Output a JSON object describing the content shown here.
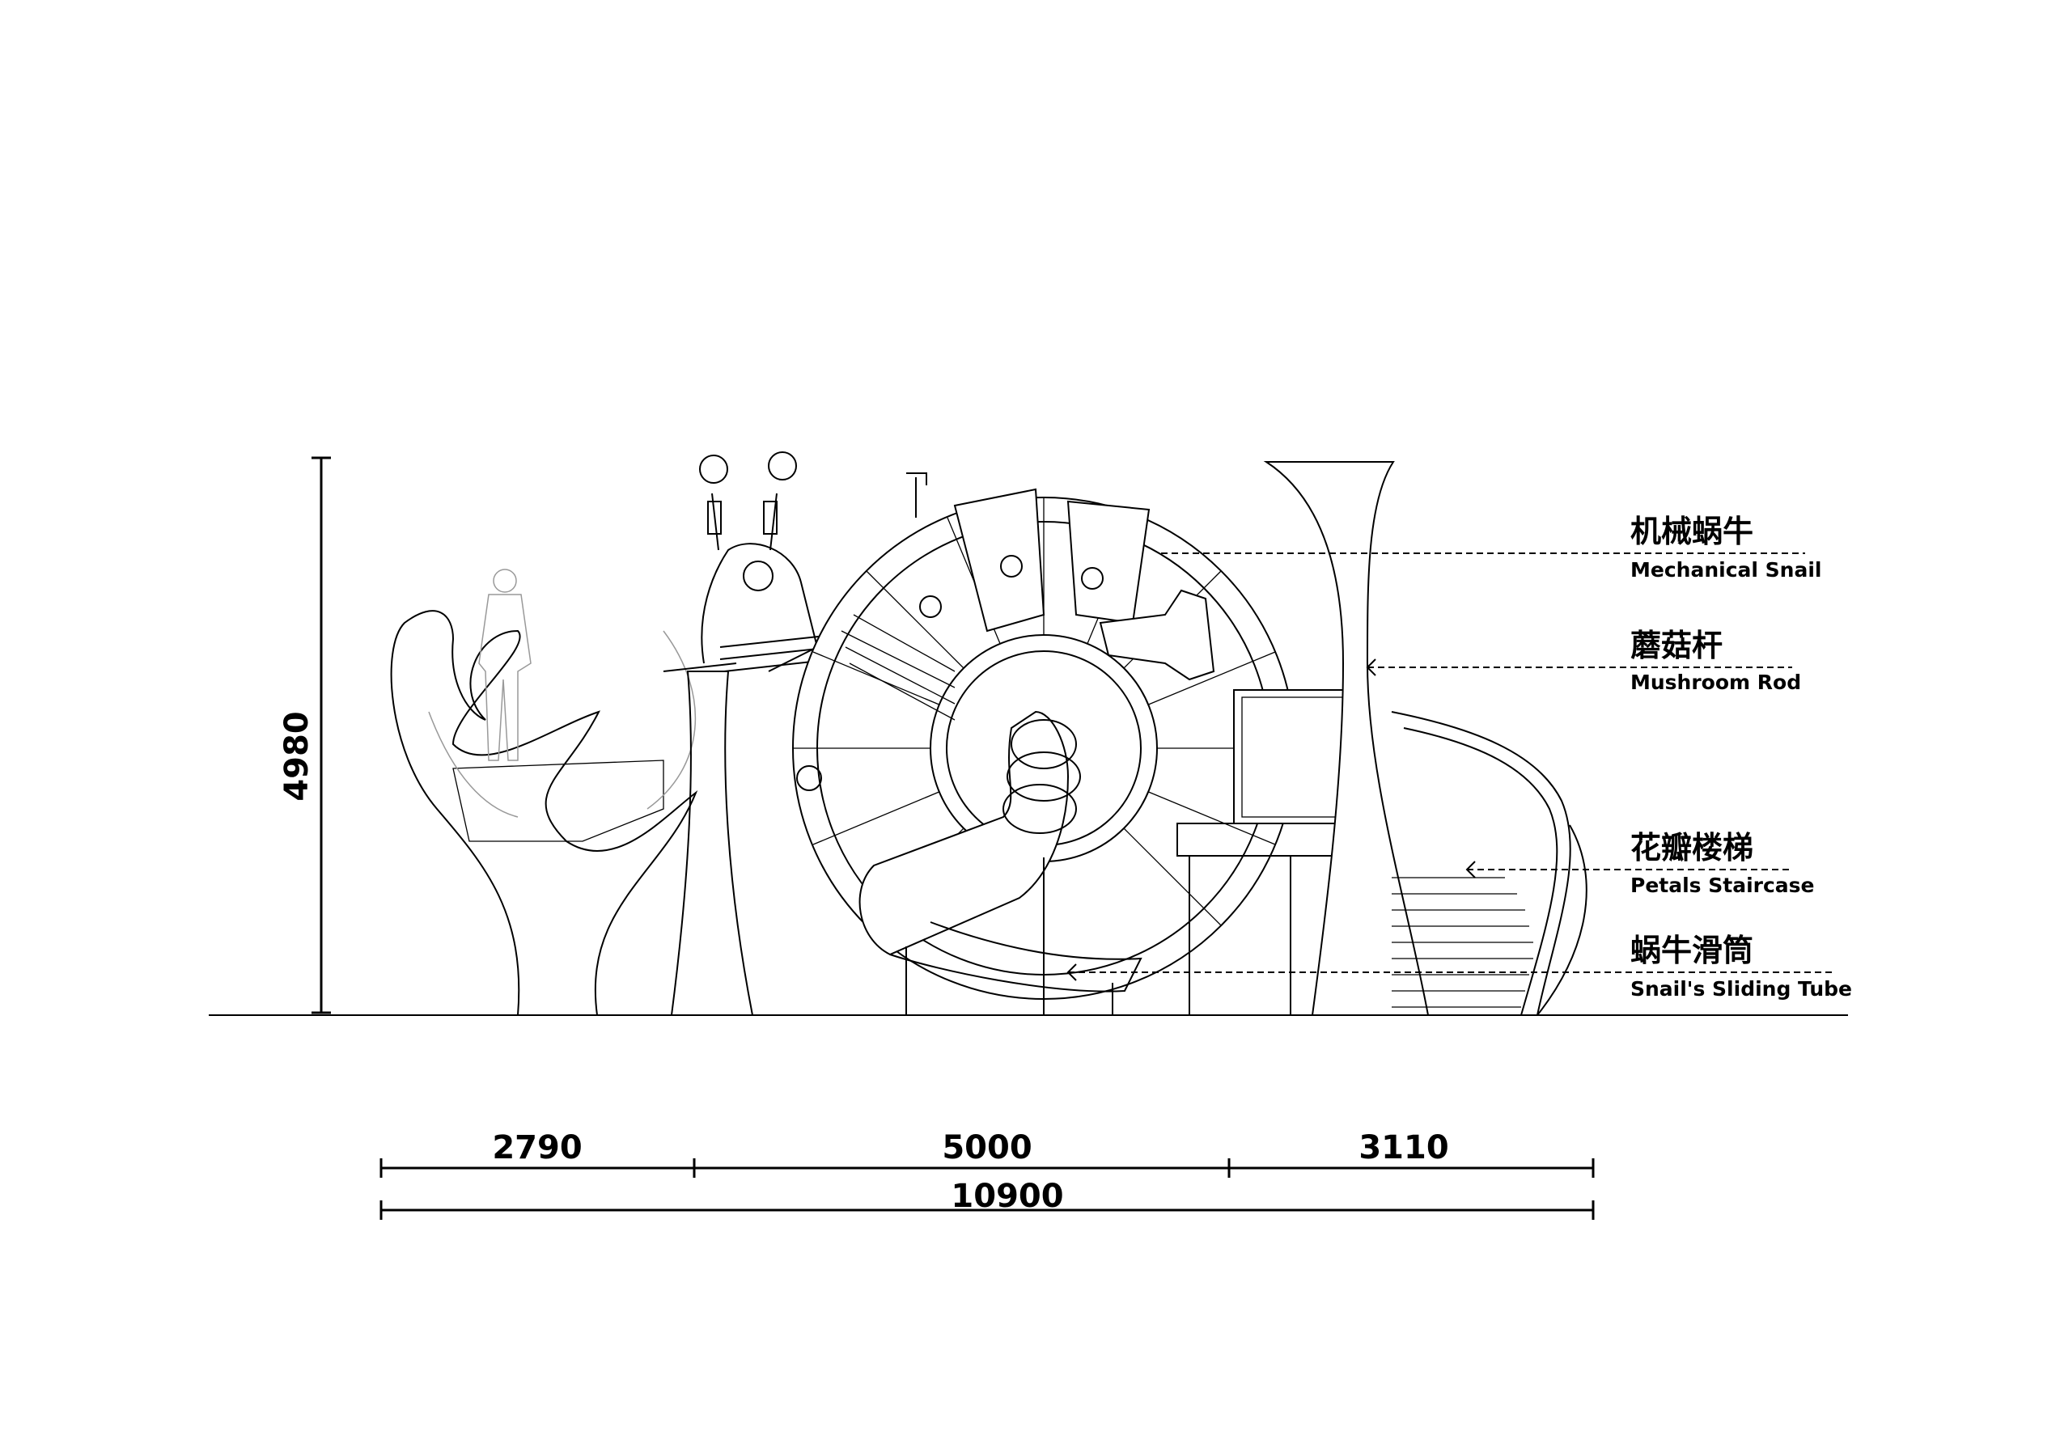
{
  "dimensions": {
    "height": "4980",
    "segments": [
      "2790",
      "5000",
      "3110"
    ],
    "total": "10900"
  },
  "labels": [
    {
      "cn": "机械蜗牛",
      "en": "Mechanical Snail"
    },
    {
      "cn": "蘑菇杆",
      "en": "Mushroom Rod"
    },
    {
      "cn": "花瓣楼梯",
      "en": "Petals Staircase"
    },
    {
      "cn": "蜗牛滑筒",
      "en": "Snail's Sliding Tube"
    }
  ]
}
